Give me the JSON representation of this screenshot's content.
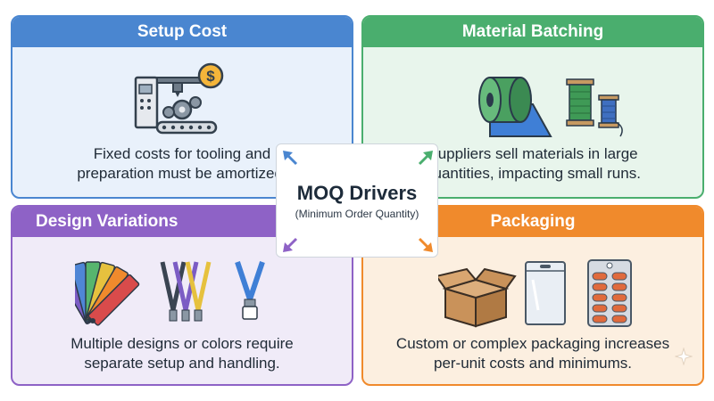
{
  "center": {
    "title": "MOQ Drivers",
    "subtitle": "(Minimum Order Quantity)"
  },
  "cards": {
    "setup_cost": {
      "title": "Setup Cost",
      "description_line1": "Fixed costs for tooling and",
      "description_line2": "preparation must be amortized.",
      "color": "#4a86d0",
      "icon": "machine-gears-dollar-icon"
    },
    "material_batching": {
      "title": "Material Batching",
      "description_line1": "Suppliers sell materials in large",
      "description_line2": "quantities, impacting small runs.",
      "color": "#4aae6e",
      "icon": "fabric-roll-thread-spools-icon"
    },
    "design_variations": {
      "title": "Design Variations",
      "description_line1": "Multiple designs or colors require",
      "description_line2": "separate setup and handling.",
      "color": "#8e62c6",
      "icon": "swatches-lanyards-icon"
    },
    "packaging": {
      "title": "Packaging",
      "description_line1": "Custom or complex packaging increases",
      "description_line2": "per-unit costs and minimums.",
      "color": "#f08a2c",
      "icon": "box-bag-blister-icon"
    }
  }
}
